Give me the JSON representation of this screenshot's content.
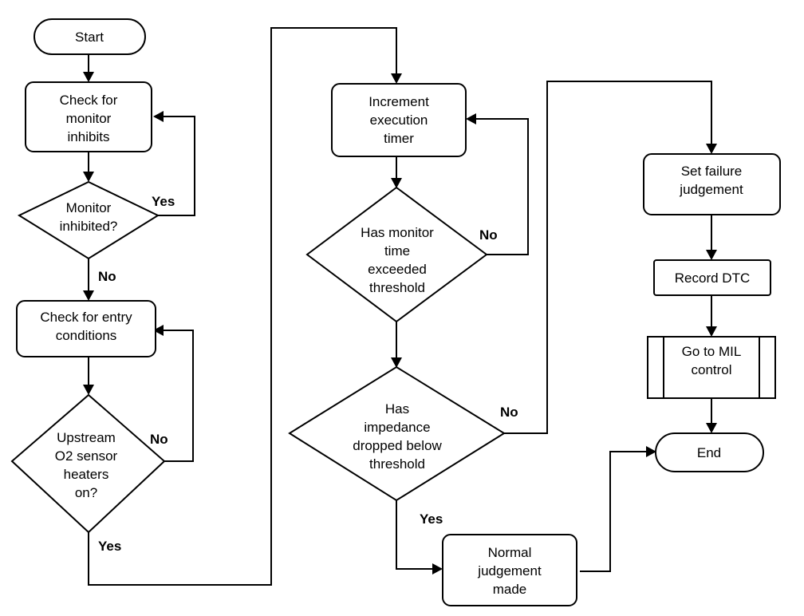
{
  "nodes": {
    "start": "Start",
    "check_inhibits": [
      "Check for",
      "monitor",
      "inhibits"
    ],
    "monitor_inhibited": [
      "Monitor",
      "inhibited?"
    ],
    "check_entry": [
      "Check for entry",
      "conditions"
    ],
    "upstream_o2": [
      "Upstream",
      "O2 sensor",
      "heaters",
      "on?"
    ],
    "increment_timer": [
      "Increment",
      "execution",
      "timer"
    ],
    "monitor_time": [
      "Has monitor",
      "time",
      "exceeded",
      "threshold"
    ],
    "impedance": [
      "Has",
      "impedance",
      "dropped below",
      "threshold"
    ],
    "normal_judgement": [
      "Normal",
      "judgement",
      "made"
    ],
    "set_failure": [
      "Set failure",
      "judgement"
    ],
    "record_dtc": "Record DTC",
    "mil_control": [
      "Go to MIL",
      "control"
    ],
    "end": "End"
  },
  "labels": {
    "inhibited_yes": "Yes",
    "inhibited_no": "No",
    "heaters_no": "No",
    "heaters_yes": "Yes",
    "time_no": "No",
    "impedance_no": "No",
    "impedance_yes": "Yes"
  }
}
